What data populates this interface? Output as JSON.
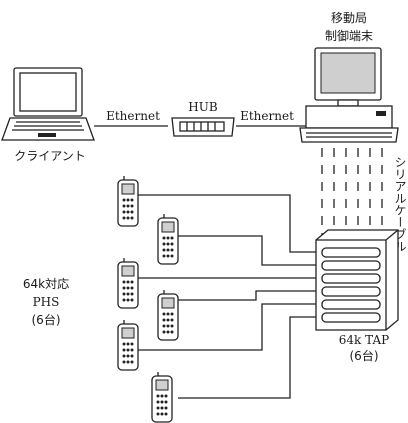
{
  "labels": {
    "client": "クライアント",
    "hub": "HUB",
    "ethernet_left": "Ethernet",
    "ethernet_right": "Ethernet",
    "terminal_line1": "移動局",
    "terminal_line2": "制御端末",
    "serial_vertical": "シリアルケーブル",
    "phs_line1": "64k対応",
    "phs_line2": "PHS",
    "phs_line3": "(6台)",
    "tap_line1": "64k TAP",
    "tap_line2": "(6台)"
  },
  "counts": {
    "phs": 6,
    "tap_slots": 6
  }
}
